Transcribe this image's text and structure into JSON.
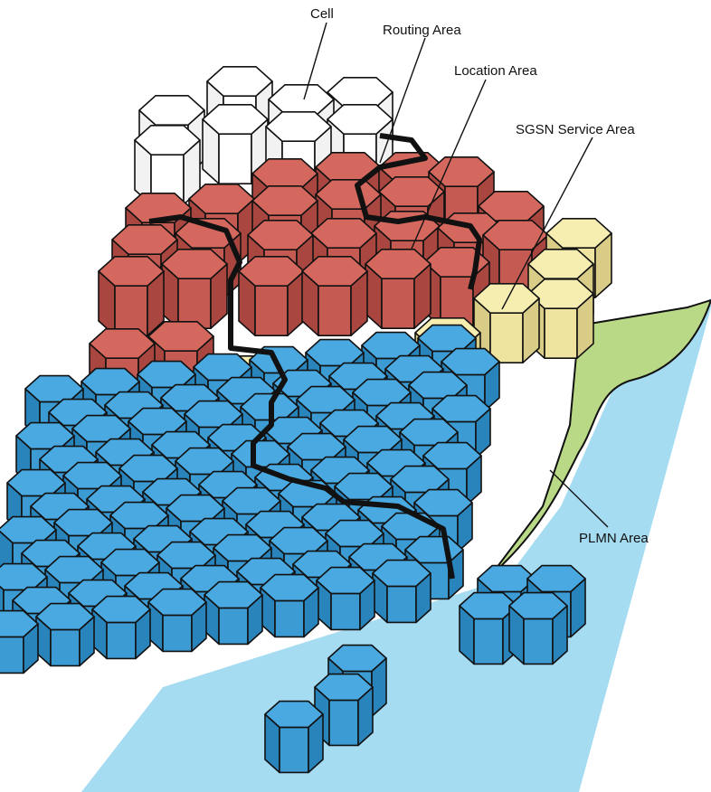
{
  "labels": {
    "cell": "Cell",
    "routing_area": "Routing Area",
    "location_area": "Location Area",
    "sgsn_service_area": "SGSN Service Area",
    "plmn_area": "PLMN Area"
  },
  "colors": {
    "cell_top": "#ffffff",
    "cell_side": "#ffffff",
    "cell_dark": "#f2f2f2",
    "routing_top": "#d4685e",
    "routing_side": "#c45a52",
    "routing_dark": "#a9463f",
    "sgsn_top": "#f6edb0",
    "sgsn_side": "#efe3a0",
    "sgsn_dark": "#d9cc86",
    "plmn_top": "#4aa9e0",
    "plmn_side": "#3d9bd3",
    "plmn_dark": "#2a84bc",
    "sea": "#a6dcf2",
    "land": "#b9d986",
    "outline": "#111111"
  }
}
